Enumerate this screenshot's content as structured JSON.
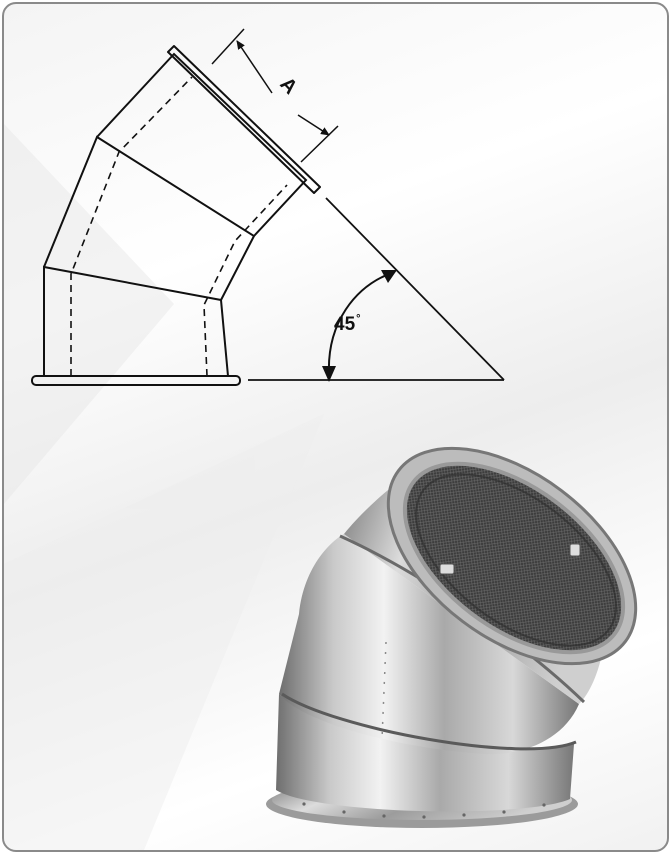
{
  "diagram": {
    "dimension_label": "A",
    "angle_label": "45",
    "angle_unit": "°"
  },
  "photo": {
    "icon": "duct-elbow-photo"
  },
  "colors": {
    "line": "#111111",
    "frame": "#8a8a8a"
  }
}
